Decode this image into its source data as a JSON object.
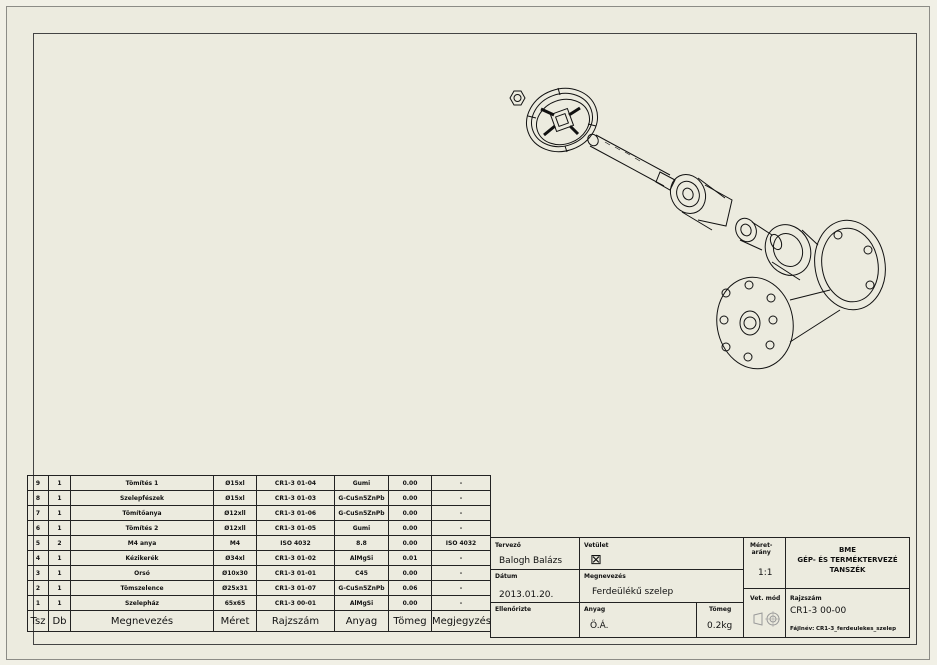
{
  "parts_list": {
    "headers": [
      "Tsz",
      "Db",
      "Megnevezés",
      "Méret",
      "Rajzszám",
      "Anyag",
      "Tömeg",
      "Megjegyzés"
    ],
    "rows": [
      [
        "9",
        "1",
        "Tömítés 1",
        "Ø15xl",
        "CR1-3 01-04",
        "Gumi",
        "0.00",
        "-"
      ],
      [
        "8",
        "1",
        "Szelepfészek",
        "Ø15xl",
        "CR1-3 01-03",
        "G-CuSn5ZnPb",
        "0.00",
        "-"
      ],
      [
        "7",
        "1",
        "Tömítőanya",
        "Ø12xll",
        "CR1-3 01-06",
        "G-CuSn5ZnPb",
        "0.00",
        "-"
      ],
      [
        "6",
        "1",
        "Tömítés 2",
        "Ø12xll",
        "CR1-3 01-05",
        "Gumi",
        "0.00",
        "-"
      ],
      [
        "5",
        "2",
        "M4 anya",
        "M4",
        "ISO 4032",
        "8.8",
        "0.00",
        "ISO 4032"
      ],
      [
        "4",
        "1",
        "Kézikerék",
        "Ø34xl",
        "CR1-3 01-02",
        "AlMgSi",
        "0.01",
        "-"
      ],
      [
        "3",
        "1",
        "Orsó",
        "Ø10x30",
        "CR1-3 01-01",
        "C45",
        "0.00",
        "-"
      ],
      [
        "2",
        "1",
        "Tömszelence",
        "Ø25x31",
        "CR1-3 01-07",
        "G-CuSn5ZnPb",
        "0.06",
        "-"
      ],
      [
        "1",
        "1",
        "Szelepház",
        "65x65",
        "CR1-3 00-01",
        "AlMgSi",
        "0.00",
        "-"
      ]
    ]
  },
  "title_block": {
    "designer_label": "Tervező",
    "designer": "Balogh Balázs",
    "date_label": "Dátum",
    "date": "2013.01.20.",
    "checker_label": "Ellenőrizte",
    "projection_label": "Vetület",
    "projection": "⊠",
    "name_label": "Megnevezés",
    "name": "Ferdeülékű szelep",
    "material_label": "Anyag",
    "material": "Ö.Á.",
    "mass_label": "Tömeg",
    "mass": "0.2kg",
    "scale_label": "Méret-\narány",
    "scale": "1:1",
    "institution": "BME\nGÉP- ÉS TERMÉKTERVEZÉ\nTANSZÉK",
    "view_label": "Vet. mód",
    "drawing_no_label": "Rajzszám",
    "drawing_no": "CR1-3 00-00",
    "filename_label": "Fájlnév:",
    "filename": "CR1-3_ferdeulekes_szelep"
  },
  "colors": {
    "sheet": "#ecebdf",
    "line": "#222222"
  },
  "icons": [
    "projection-symbol-icon",
    "hex-nut-icon",
    "handwheel-icon",
    "spindle-icon",
    "valve-body-icon"
  ]
}
